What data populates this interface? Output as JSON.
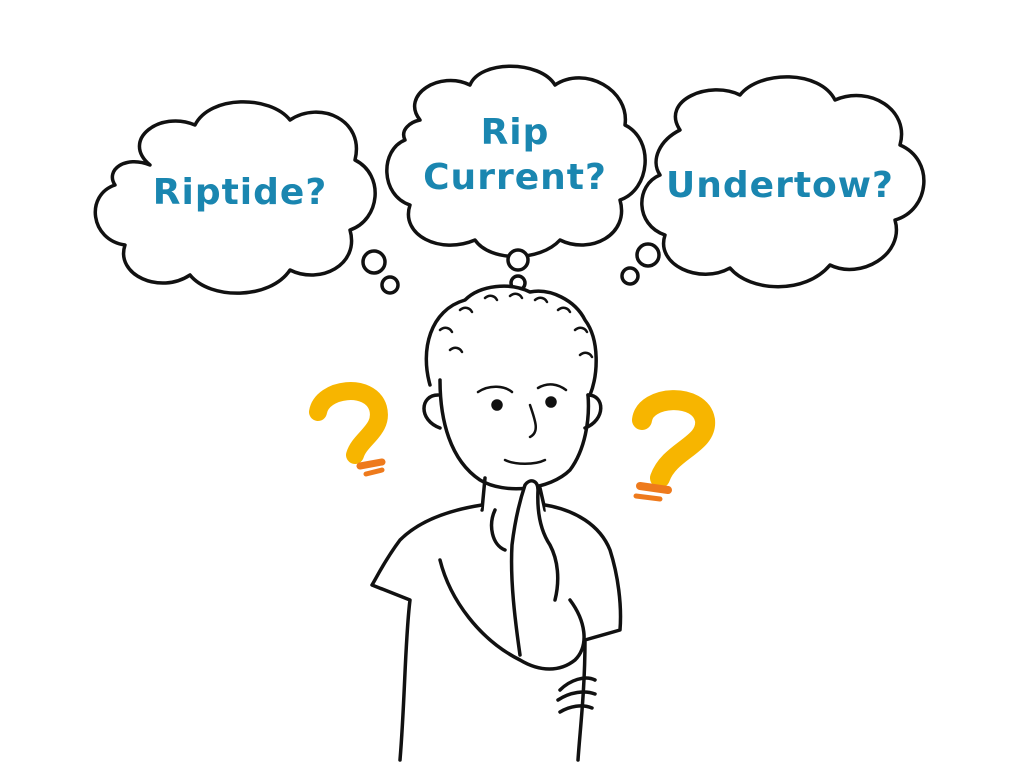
{
  "thoughts": [
    {
      "label": "Riptide?"
    },
    {
      "label_line1": "Rip",
      "label_line2": "Current?"
    },
    {
      "label": "Undertow?"
    }
  ],
  "colors": {
    "text": "#1a86b0",
    "question_mark": "#f7b500",
    "question_dot": "#ee7a1c",
    "outline": "#111111"
  }
}
